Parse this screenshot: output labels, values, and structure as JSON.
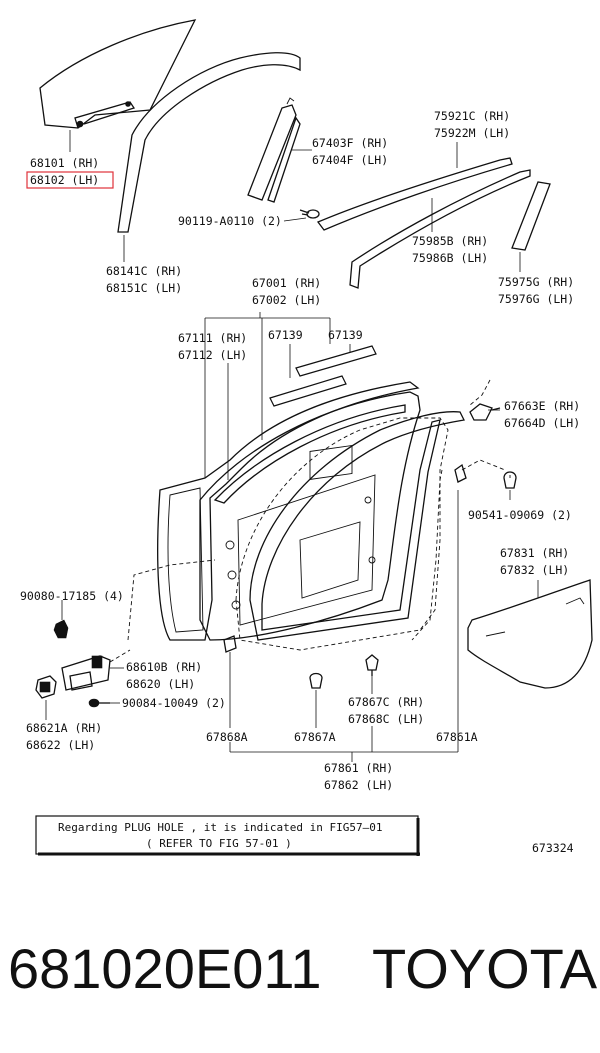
{
  "labels": {
    "p68101": "68101 (RH)",
    "p68102": "68102 (LH)",
    "p68141c": "68141C (RH)",
    "p68151c": "68151C (LH)",
    "p67403f": "67403F (RH)",
    "p67404f": "67404F (LH)",
    "p90119": "90119-A0110 (2)",
    "p75921c": "75921C (RH)",
    "p75922m": "75922M (LH)",
    "p75985b": "75985B (RH)",
    "p75986b": "75986B (LH)",
    "p75975g": "75975G (RH)",
    "p75976g": "75976G (LH)",
    "p67001": "67001 (RH)",
    "p67002": "67002 (LH)",
    "p67111": "67111 (RH)",
    "p67112": "67112 (LH)",
    "p67139a": "67139",
    "p67139b": "67139",
    "p67663e": "67663E (RH)",
    "p67664d": "67664D (LH)",
    "p90541": "90541-09069 (2)",
    "p67831": "67831 (RH)",
    "p67832": "67832 (LH)",
    "p90080": "90080-17185 (4)",
    "p68610b": "68610B (RH)",
    "p68620": "68620  (LH)",
    "p90084": "90084-10049 (2)",
    "p68621a": "68621A (RH)",
    "p68622": "68622  (LH)",
    "p67868a": "67868A",
    "p67867a": "67867A",
    "p67867c": "67867C (RH)",
    "p67868c": "67868C (LH)",
    "p67861a": "67861A",
    "p67861": "67861 (RH)",
    "p67862": "67862 (LH)"
  },
  "note": {
    "line1": "Regarding PLUG HOLE , it is indicated in FIG57—01",
    "line2": "( REFER TO FIG 57-01 )"
  },
  "figure_number": "673324",
  "footer": {
    "part_number": "681020E011",
    "brand": "TOYOTA"
  },
  "colors": {
    "highlight": "#e0313a",
    "line": "#111111"
  }
}
